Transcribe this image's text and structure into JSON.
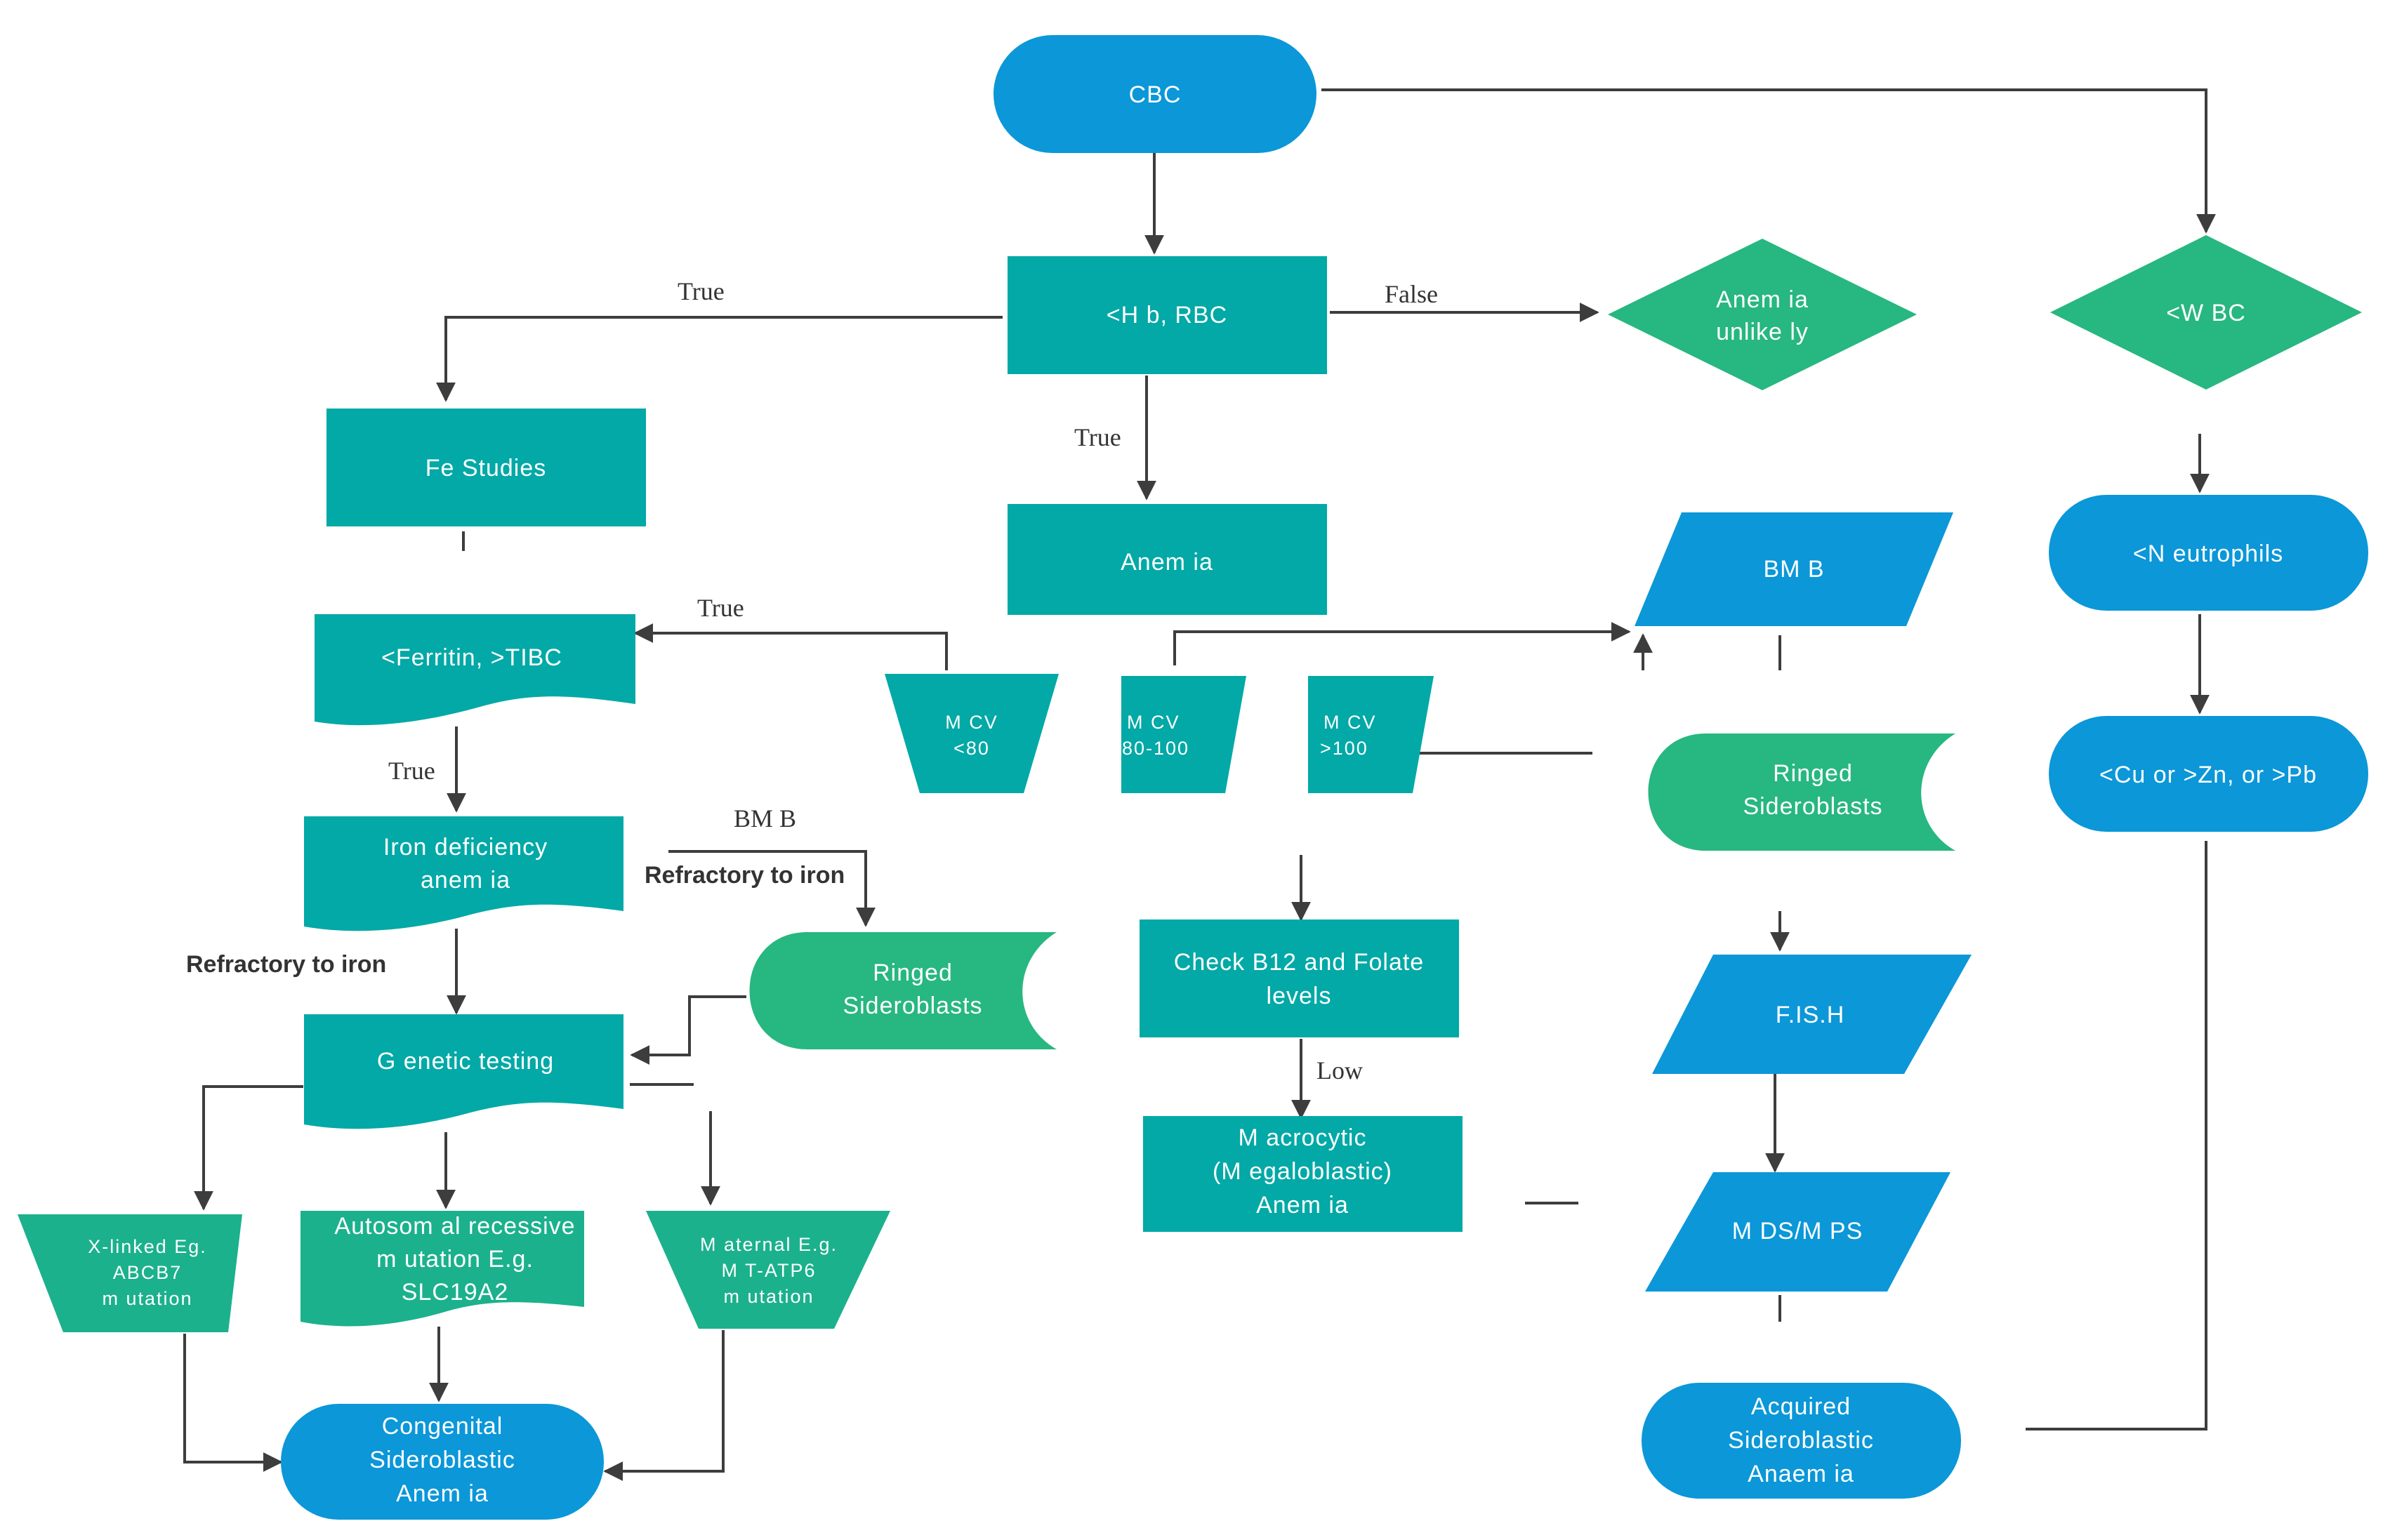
{
  "colors": {
    "blue": "#0b97d8",
    "teal": "#02a9a6",
    "green": "#27b780",
    "green2": "#1bb18c",
    "line": "#3d3d3d"
  },
  "nodes": {
    "cbc": "CBC",
    "hb_rbc": "<H b, RBC",
    "anemia_unlikely": [
      "Anem ia",
      "unlike ly"
    ],
    "wbc": "<W BC",
    "fe_studies": "Fe Studies",
    "anemia": "Anem ia",
    "bmb_top": "BM B",
    "neutrophils": "<N eutrophils",
    "ferritin": "<Ferritin, >TIBC",
    "mcv_lt80": [
      "M CV",
      "<80"
    ],
    "mcv_80_100": [
      "M CV",
      "80-100"
    ],
    "mcv_gt100": [
      "M CV",
      ">100"
    ],
    "ringed_right": [
      "Ringed",
      "Sideroblasts"
    ],
    "cu_zn_pb": "<Cu or >Zn, or >Pb",
    "iron_def": [
      "Iron deficiency",
      "anem ia"
    ],
    "ringed_mid": [
      "Ringed",
      "Sideroblasts"
    ],
    "b12_folate": [
      "Check B12 and Folate",
      "levels"
    ],
    "fish": "F.IS.H",
    "genetic": "G enetic testing",
    "macrocytic": [
      "M acrocytic",
      "(M egaloblastic)",
      "Anem ia"
    ],
    "mds_mps": "M DS/M PS",
    "x_linked": [
      "X-linked Eg.",
      "ABCB7",
      "m utation"
    ],
    "autosomal": [
      "Autosom al recessive",
      "m utation E.g.",
      "SLC19A2"
    ],
    "maternal": [
      "M aternal E.g.",
      "M T-ATP6",
      "m utation"
    ],
    "congenital": [
      "Congenital",
      "Sideroblastic",
      "Anem ia"
    ],
    "acquired": [
      "Acquired",
      "Sideroblastic",
      "Anaem ia"
    ]
  },
  "edge_labels": {
    "true_left": "True",
    "false_right": "False",
    "true_down": "True",
    "true_mcv": "True",
    "true_ferritin": "True",
    "bmb": "BM B",
    "refractory_1": "Refractory to iron",
    "refractory_2": "Refractory to iron",
    "low": "Low"
  }
}
